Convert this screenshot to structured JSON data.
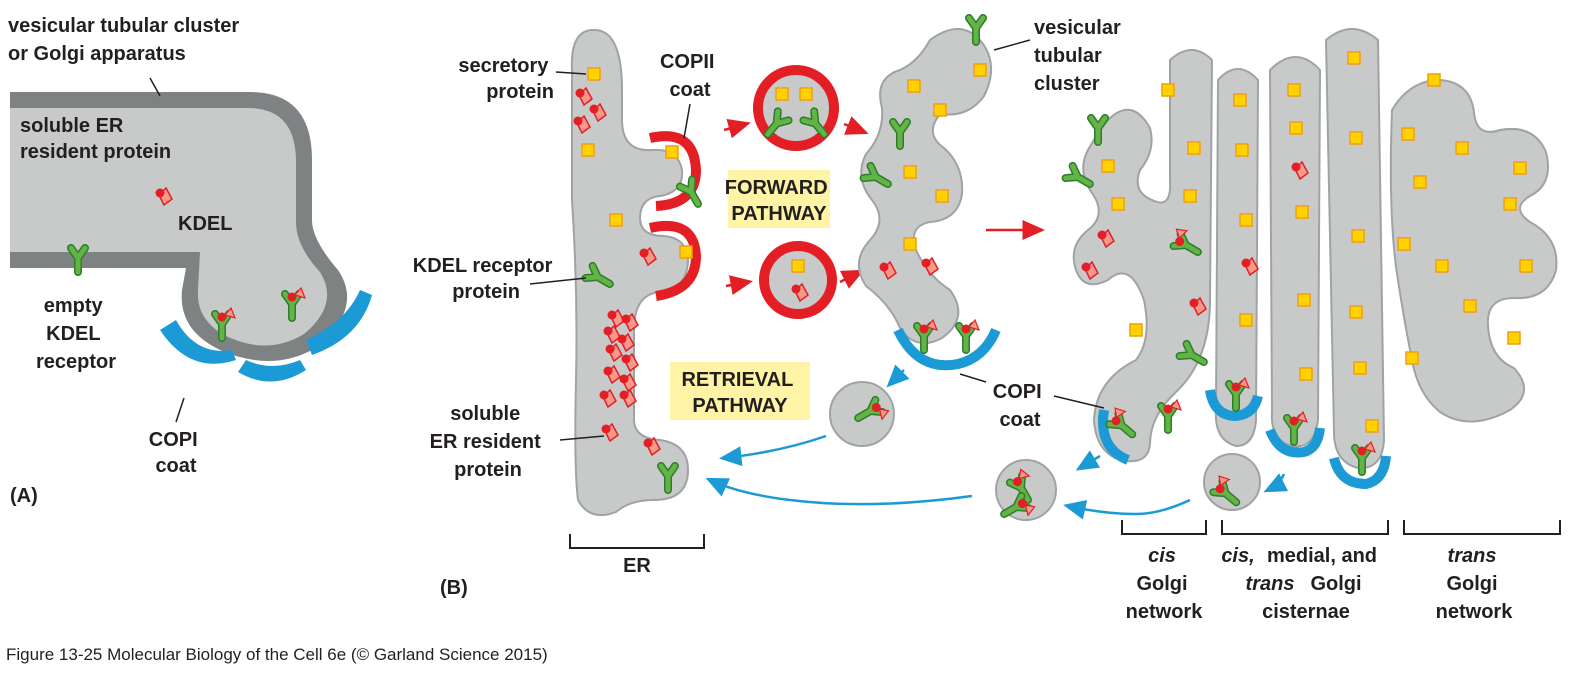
{
  "panel_a": {
    "label": "(A)",
    "membrane_label": [
      "vesicular tubular cluster",
      "or Golgi apparatus"
    ],
    "soluble_label": [
      "soluble ER",
      "resident protein"
    ],
    "kdel_label": "KDEL",
    "empty_receptor_label": [
      "empty",
      "KDEL",
      "receptor"
    ],
    "copi_label": [
      "COPI",
      "coat"
    ]
  },
  "panel_b": {
    "label": "(B)",
    "secretory_label": [
      "secretory",
      "protein"
    ],
    "copii_label": [
      "COPII",
      "coat"
    ],
    "kdel_receptor_label": [
      "KDEL receptor",
      "protein"
    ],
    "soluble_label": [
      "soluble",
      "ER resident",
      "protein"
    ],
    "forward_pathway": [
      "FORWARD",
      "PATHWAY"
    ],
    "retrieval_pathway": [
      "RETRIEVAL",
      "PATHWAY"
    ],
    "vtc_label": [
      "vesicular",
      "tubular",
      "cluster"
    ],
    "copi_label": [
      "COPI",
      "coat"
    ],
    "er_label": "ER",
    "cis_golgi_network": [
      "cis",
      "Golgi",
      "network"
    ],
    "cisternae": [
      "cis,",
      "medial, and",
      "trans",
      "Golgi",
      "cisternae"
    ],
    "trans_golgi_network": [
      "trans",
      "Golgi",
      "network"
    ]
  },
  "caption": "Figure 13-25  Molecular Biology of the Cell 6e (© Garland Science 2015)",
  "colors": {
    "lumen": "#c8cac9",
    "membrane": "#7f8283",
    "copii": "#e31e24",
    "copi": "#1b9ad6",
    "receptor": "#62b446",
    "cargo": "#ffd200",
    "kdel": "#e31e24",
    "protein": "#f6998b",
    "pathway_box": "#fff3a6",
    "arrow_red": "#e31e24",
    "arrow_blue": "#1b9ad6"
  }
}
